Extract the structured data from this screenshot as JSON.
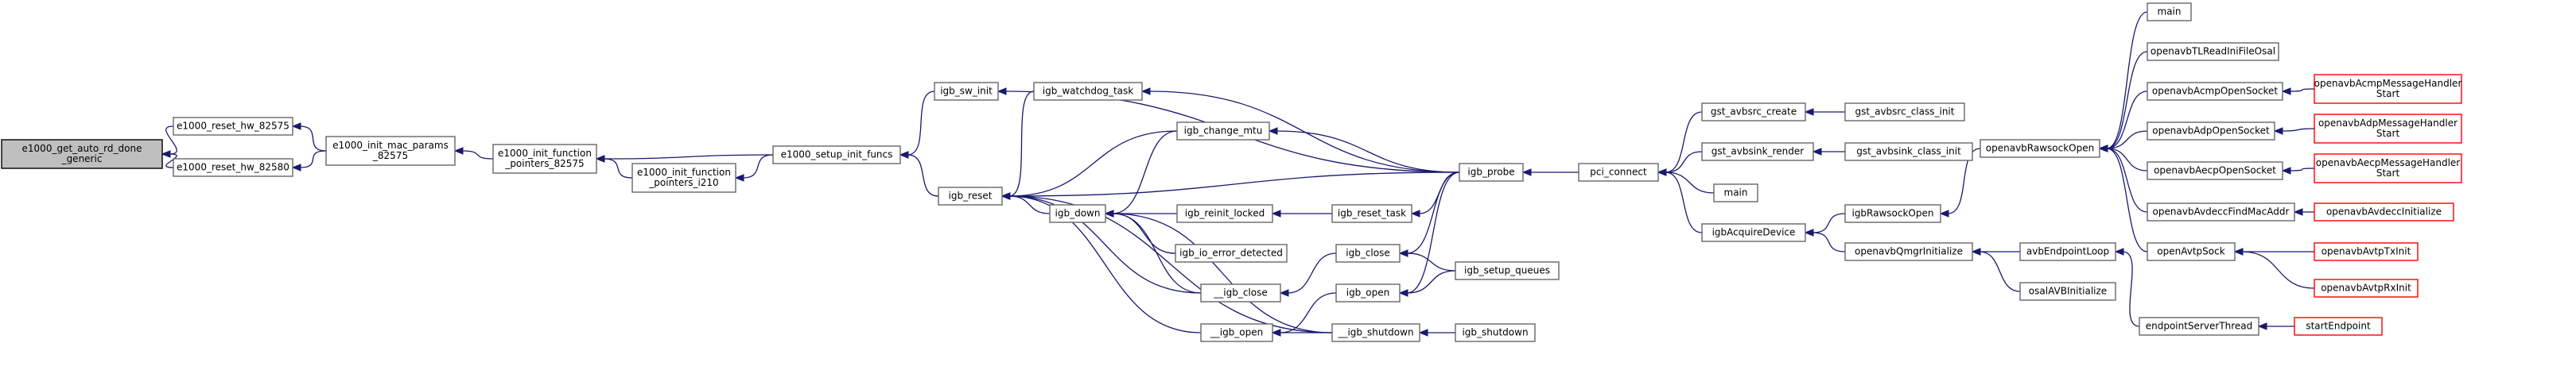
{
  "graph": {
    "nodes": [
      {
        "id": "n_main_fn",
        "lines": [
          "e1000_get_auto_rd_done",
          "_generic"
        ],
        "style": "current"
      },
      {
        "id": "n_reset82575",
        "lines": [
          "e1000_reset_hw_82575"
        ],
        "style": "plain"
      },
      {
        "id": "n_reset82580",
        "lines": [
          "e1000_reset_hw_82580"
        ],
        "style": "plain"
      },
      {
        "id": "n_macparams",
        "lines": [
          "e1000_init_mac_params",
          "_82575"
        ],
        "style": "plain"
      },
      {
        "id": "n_fp82575",
        "lines": [
          "e1000_init_function",
          "_pointers_82575"
        ],
        "style": "plain"
      },
      {
        "id": "n_fpi210",
        "lines": [
          "e1000_init_function",
          "_pointers_i210"
        ],
        "style": "plain"
      },
      {
        "id": "n_setupfuncs",
        "lines": [
          "e1000_setup_init_funcs"
        ],
        "style": "plain"
      },
      {
        "id": "n_swinit",
        "lines": [
          "igb_sw_init"
        ],
        "style": "plain"
      },
      {
        "id": "n_reset",
        "lines": [
          "igb_reset"
        ],
        "style": "plain"
      },
      {
        "id": "n_watchdog",
        "lines": [
          "igb_watchdog_task"
        ],
        "style": "plain"
      },
      {
        "id": "n_changemtu",
        "lines": [
          "igb_change_mtu"
        ],
        "style": "plain"
      },
      {
        "id": "n_down",
        "lines": [
          "igb_down"
        ],
        "style": "plain"
      },
      {
        "id": "n_reinit",
        "lines": [
          "igb_reinit_locked"
        ],
        "style": "plain"
      },
      {
        "id": "n_ioerr",
        "lines": [
          "igb_io_error_detected"
        ],
        "style": "plain"
      },
      {
        "id": "n___close",
        "lines": [
          "__igb_close"
        ],
        "style": "plain"
      },
      {
        "id": "n___open",
        "lines": [
          "__igb_open"
        ],
        "style": "plain"
      },
      {
        "id": "n_resettask",
        "lines": [
          "igb_reset_task"
        ],
        "style": "plain"
      },
      {
        "id": "n_close",
        "lines": [
          "igb_close"
        ],
        "style": "plain"
      },
      {
        "id": "n_open",
        "lines": [
          "igb_open"
        ],
        "style": "plain"
      },
      {
        "id": "n___shutdown",
        "lines": [
          "__igb_shutdown"
        ],
        "style": "plain"
      },
      {
        "id": "n_probe",
        "lines": [
          "igb_probe"
        ],
        "style": "plain"
      },
      {
        "id": "n_setupqueues",
        "lines": [
          "igb_setup_queues"
        ],
        "style": "plain"
      },
      {
        "id": "n_shutdown",
        "lines": [
          "igb_shutdown"
        ],
        "style": "plain"
      },
      {
        "id": "n_pciconnect",
        "lines": [
          "pci_connect"
        ],
        "style": "plain"
      },
      {
        "id": "n_avbsrccreate",
        "lines": [
          "gst_avbsrc_create"
        ],
        "style": "plain"
      },
      {
        "id": "n_avbsinkrender",
        "lines": [
          "gst_avbsink_render"
        ],
        "style": "plain"
      },
      {
        "id": "n_main_pci",
        "lines": [
          "main"
        ],
        "style": "plain"
      },
      {
        "id": "n_acquire",
        "lines": [
          "igbAcquireDevice"
        ],
        "style": "plain"
      },
      {
        "id": "n_avbsrcclass",
        "lines": [
          "gst_avbsrc_class_init"
        ],
        "style": "plain"
      },
      {
        "id": "n_avbsinkclass",
        "lines": [
          "gst_avbsink_class_init"
        ],
        "style": "plain"
      },
      {
        "id": "n_rawsockopen_igb",
        "lines": [
          "igbRawsockOpen"
        ],
        "style": "plain"
      },
      {
        "id": "n_qmgr",
        "lines": [
          "openavbQmgrInitialize"
        ],
        "style": "plain"
      },
      {
        "id": "n_endpointloop",
        "lines": [
          "avbEndpointLoop"
        ],
        "style": "plain"
      },
      {
        "id": "n_osalavb",
        "lines": [
          "osalAVBInitialize"
        ],
        "style": "plain"
      },
      {
        "id": "n_serverthread",
        "lines": [
          "endpointServerThread"
        ],
        "style": "plain"
      },
      {
        "id": "n_startendpoint",
        "lines": [
          "startEndpoint"
        ],
        "style": "truncated"
      },
      {
        "id": "n_rawsockopen",
        "lines": [
          "openavbRawsockOpen"
        ],
        "style": "plain"
      },
      {
        "id": "n_main_top",
        "lines": [
          "main"
        ],
        "style": "plain"
      },
      {
        "id": "n_tlread",
        "lines": [
          "openavbTLReadIniFileOsal"
        ],
        "style": "plain"
      },
      {
        "id": "n_acmpsock",
        "lines": [
          "openavbAcmpOpenSocket"
        ],
        "style": "plain"
      },
      {
        "id": "n_adpsock",
        "lines": [
          "openavbAdpOpenSocket"
        ],
        "style": "plain"
      },
      {
        "id": "n_aecpsock",
        "lines": [
          "openavbAecpOpenSocket"
        ],
        "style": "plain"
      },
      {
        "id": "n_findmac",
        "lines": [
          "openavbAvdeccFindMacAddr"
        ],
        "style": "plain"
      },
      {
        "id": "n_avtpsock",
        "lines": [
          "openAvtpSock"
        ],
        "style": "plain"
      },
      {
        "id": "n_acmphandler",
        "lines": [
          "openavbAcmpMessageHandler",
          "Start"
        ],
        "style": "truncated"
      },
      {
        "id": "n_adphandler",
        "lines": [
          "openavbAdpMessageHandler",
          "Start"
        ],
        "style": "truncated"
      },
      {
        "id": "n_aecphandler",
        "lines": [
          "openavbAecpMessageHandler",
          "Start"
        ],
        "style": "truncated"
      },
      {
        "id": "n_avdeccinit",
        "lines": [
          "openavbAvdeccInitialize"
        ],
        "style": "truncated"
      },
      {
        "id": "n_avtptxinit",
        "lines": [
          "openavbAvtpTxInit"
        ],
        "style": "truncated"
      },
      {
        "id": "n_avtprxinit",
        "lines": [
          "openavbAvtpRxInit"
        ],
        "style": "truncated"
      }
    ],
    "edges": [
      [
        "n_reset82575",
        "n_main_fn"
      ],
      [
        "n_reset82580",
        "n_main_fn"
      ],
      [
        "n_macparams",
        "n_reset82575"
      ],
      [
        "n_macparams",
        "n_reset82580"
      ],
      [
        "n_fp82575",
        "n_macparams"
      ],
      [
        "n_setupfuncs",
        "n_fp82575"
      ],
      [
        "n_setupfuncs",
        "n_fpi210"
      ],
      [
        "n_fpi210",
        "n_fp82575"
      ],
      [
        "n_swinit",
        "n_setupfuncs"
      ],
      [
        "n_reset",
        "n_setupfuncs"
      ],
      [
        "n_probe",
        "n_swinit"
      ],
      [
        "n_watchdog",
        "n_reset"
      ],
      [
        "n_changemtu",
        "n_reset"
      ],
      [
        "n_down",
        "n_reset"
      ],
      [
        "n___close",
        "n_reset"
      ],
      [
        "n___open",
        "n_reset"
      ],
      [
        "n___shutdown",
        "n_reset"
      ],
      [
        "n_probe",
        "n_reset"
      ],
      [
        "n_probe",
        "n_watchdog"
      ],
      [
        "n_probe",
        "n_changemtu"
      ],
      [
        "n_changemtu",
        "n_down"
      ],
      [
        "n_reinit",
        "n_down"
      ],
      [
        "n_ioerr",
        "n_down"
      ],
      [
        "n___close",
        "n_down"
      ],
      [
        "n___shutdown",
        "n_down"
      ],
      [
        "n_resettask",
        "n_reinit"
      ],
      [
        "n_probe",
        "n_resettask"
      ],
      [
        "n_close",
        "n___close"
      ],
      [
        "n_probe",
        "n_close"
      ],
      [
        "n_setupqueues",
        "n_close"
      ],
      [
        "n_open",
        "n___open"
      ],
      [
        "n___shutdown",
        "n___open"
      ],
      [
        "n_probe",
        "n_open"
      ],
      [
        "n_setupqueues",
        "n_open"
      ],
      [
        "n_shutdown",
        "n___shutdown"
      ],
      [
        "n_pciconnect",
        "n_probe"
      ],
      [
        "n_avbsrccreate",
        "n_pciconnect"
      ],
      [
        "n_avbsinkrender",
        "n_pciconnect"
      ],
      [
        "n_main_pci",
        "n_pciconnect"
      ],
      [
        "n_acquire",
        "n_pciconnect"
      ],
      [
        "n_avbsrcclass",
        "n_avbsrccreate"
      ],
      [
        "n_avbsinkclass",
        "n_avbsinkrender"
      ],
      [
        "n_rawsockopen_igb",
        "n_acquire"
      ],
      [
        "n_qmgr",
        "n_acquire"
      ],
      [
        "n_endpointloop",
        "n_qmgr"
      ],
      [
        "n_osalavb",
        "n_qmgr"
      ],
      [
        "n_serverthread",
        "n_endpointloop"
      ],
      [
        "n_startendpoint",
        "n_serverthread"
      ],
      [
        "n_rawsockopen",
        "n_rawsockopen_igb"
      ],
      [
        "n_main_top",
        "n_rawsockopen"
      ],
      [
        "n_tlread",
        "n_rawsockopen"
      ],
      [
        "n_acmpsock",
        "n_rawsockopen"
      ],
      [
        "n_adpsock",
        "n_rawsockopen"
      ],
      [
        "n_aecpsock",
        "n_rawsockopen"
      ],
      [
        "n_findmac",
        "n_rawsockopen"
      ],
      [
        "n_avtpsock",
        "n_rawsockopen"
      ],
      [
        "n_acmphandler",
        "n_acmpsock"
      ],
      [
        "n_adphandler",
        "n_adpsock"
      ],
      [
        "n_aecphandler",
        "n_aecpsock"
      ],
      [
        "n_avdeccinit",
        "n_findmac"
      ],
      [
        "n_avtptxinit",
        "n_avtpsock"
      ],
      [
        "n_avtprxinit",
        "n_avtpsock"
      ]
    ]
  }
}
